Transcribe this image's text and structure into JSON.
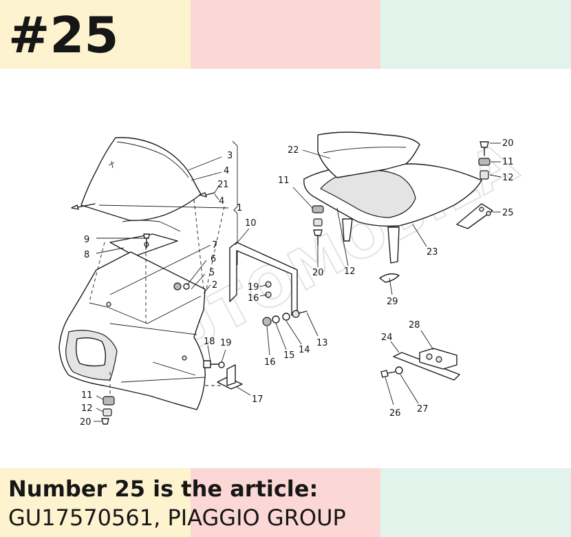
{
  "header": {
    "page_number": "#25"
  },
  "caption": {
    "title": "Number 25 is the article:",
    "article": "GU17570561, PIAGGIO GROUP"
  },
  "diagram": {
    "callouts": [
      "1",
      "2",
      "3",
      "4",
      "4",
      "5",
      "6",
      "7",
      "8",
      "9",
      "10",
      "11",
      "11",
      "11",
      "12",
      "12",
      "12",
      "13",
      "14",
      "15",
      "16",
      "16",
      "17",
      "18",
      "19",
      "19",
      "20",
      "20",
      "20",
      "21",
      "22",
      "23",
      "24",
      "25",
      "26",
      "27",
      "28",
      "29"
    ]
  },
  "colors": {
    "band_yellow": "#fdf3cf",
    "band_pink": "#fbd7d6",
    "band_mint": "#e2f3ec",
    "text": "#161616"
  }
}
